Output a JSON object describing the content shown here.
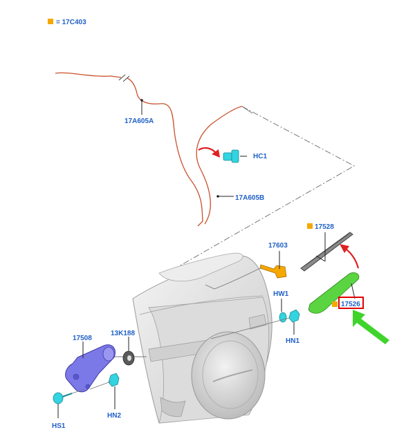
{
  "legend": {
    "swatch_color": "#f5a800",
    "text": "= 17C403"
  },
  "colors": {
    "label_blue": "#1f5fc6",
    "hose_orange": "#c8502a",
    "cyan_part": "#34d3e0",
    "green_part": "#5bd442",
    "purple_motor": "#7b78e8",
    "orange_part": "#f5a800",
    "arrow_red": "#e02020",
    "arrow_green": "#3fd42b",
    "highlight_box": "#e00000"
  },
  "labels": {
    "hose_upper": "17A605A",
    "hose_lower": "17A605B",
    "connector": "HC1",
    "blade": "17528",
    "nozzle": "17603",
    "washer": "HW1",
    "arm": "17526",
    "nut": "HN1",
    "motor": "17508",
    "grommet": "13K188",
    "screw": "HS1",
    "nut_small": "HN2"
  },
  "flags": {
    "blade_marked": true,
    "arm_marked": true
  }
}
